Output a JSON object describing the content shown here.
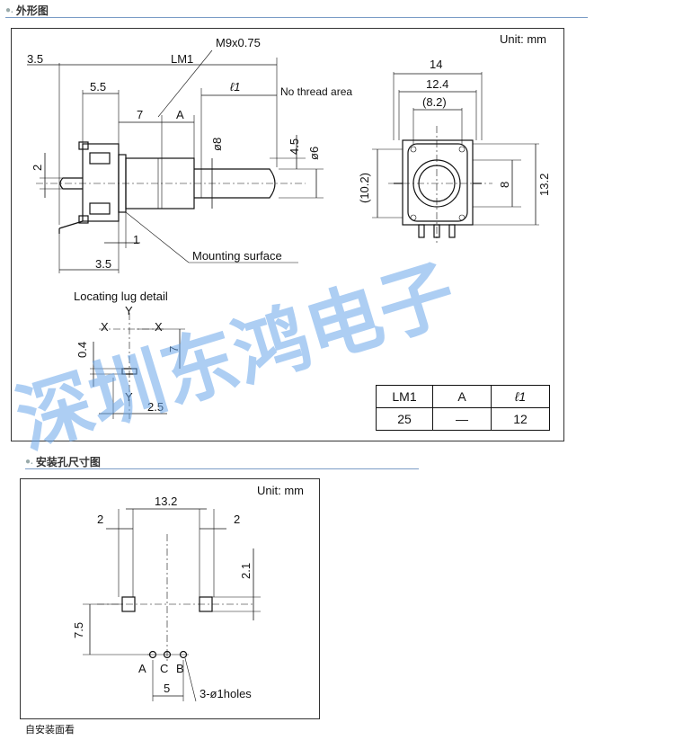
{
  "sections": {
    "outline_title": "外形图",
    "mount_title": "安装孔尺寸图"
  },
  "unit_label": "Unit: mm",
  "outline": {
    "thread": "M9x0.75",
    "lm1": "LM1",
    "l1": "ℓ1",
    "no_thread": "No thread area",
    "a": "A",
    "mounting_surface": "Mounting surface",
    "d_3_5_top": "3.5",
    "d_5_5": "5.5",
    "d_7": "7",
    "d_phi8": "ø8",
    "d_4_5": "4.5",
    "d_phi6": "ø6",
    "d_2": "2",
    "d_1": "1",
    "d_3_5_bottom": "3.5",
    "d_14": "14",
    "d_12_4": "12.4",
    "d_8_2": "(8.2)",
    "d_10_2": "(10.2)",
    "d_8": "8",
    "d_13_2": "13.2"
  },
  "lug": {
    "title": "Locating lug detail",
    "y_top": "Y",
    "y_bottom": "Y",
    "x_left": "X",
    "x_right": "X",
    "d_0_4": "0.4",
    "d_7": "7",
    "d_2_5": "2.5"
  },
  "spec_table": {
    "headers": [
      "LM1",
      "A",
      "ℓ1"
    ],
    "row": [
      "25",
      "—",
      "12"
    ]
  },
  "mount": {
    "d_13_2": "13.2",
    "d_2_left": "2",
    "d_2_right": "2",
    "d_2_1": "2.1",
    "d_7_5": "7.5",
    "pin_a": "A",
    "pin_c": "C",
    "pin_b": "B",
    "d_5": "5",
    "holes": "3-ø1holes"
  },
  "watermark": "深圳东鸿电子",
  "footer": "自安装面看"
}
